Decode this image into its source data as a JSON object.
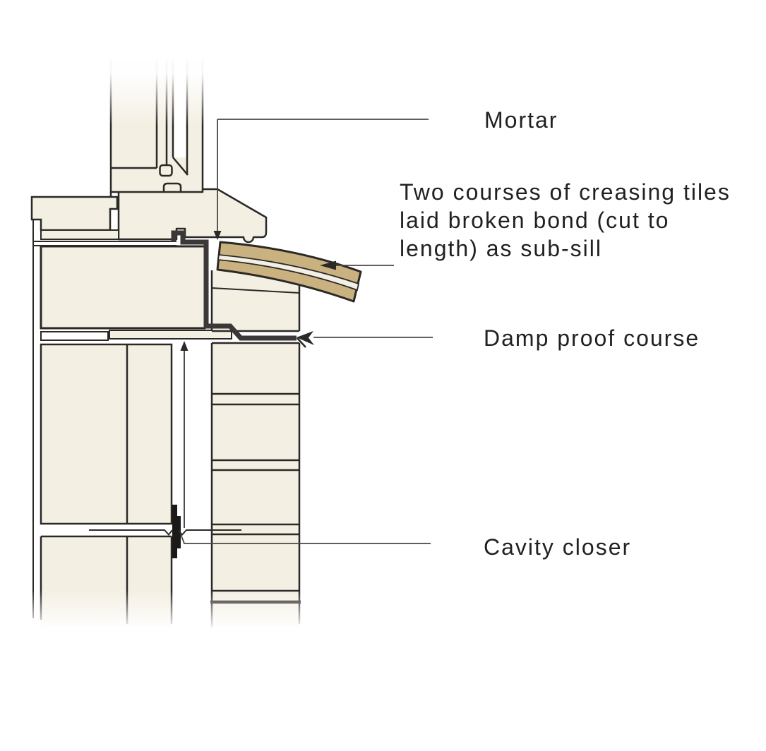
{
  "annotations": {
    "mortar": {
      "label": "Mortar"
    },
    "creasing_tiles": {
      "line1": "Two courses of creasing tiles",
      "line2": "laid broken bond (cut to",
      "line3": "length) as sub-sill"
    },
    "damp_proof_course": {
      "label": "Damp proof course"
    },
    "cavity_closer": {
      "label": "Cavity closer"
    }
  },
  "colors": {
    "background": "#FFFFFF",
    "masonry_fill": "#F4EFE3",
    "tile_fill": "#C9B180",
    "tile_stripe": "#F3EFE4",
    "outline": "#2B2926",
    "dpc_line": "#3B3937",
    "cavity_closer_bar": "#1C1A19",
    "leader_line": "#4A4846",
    "text": "#232020"
  }
}
